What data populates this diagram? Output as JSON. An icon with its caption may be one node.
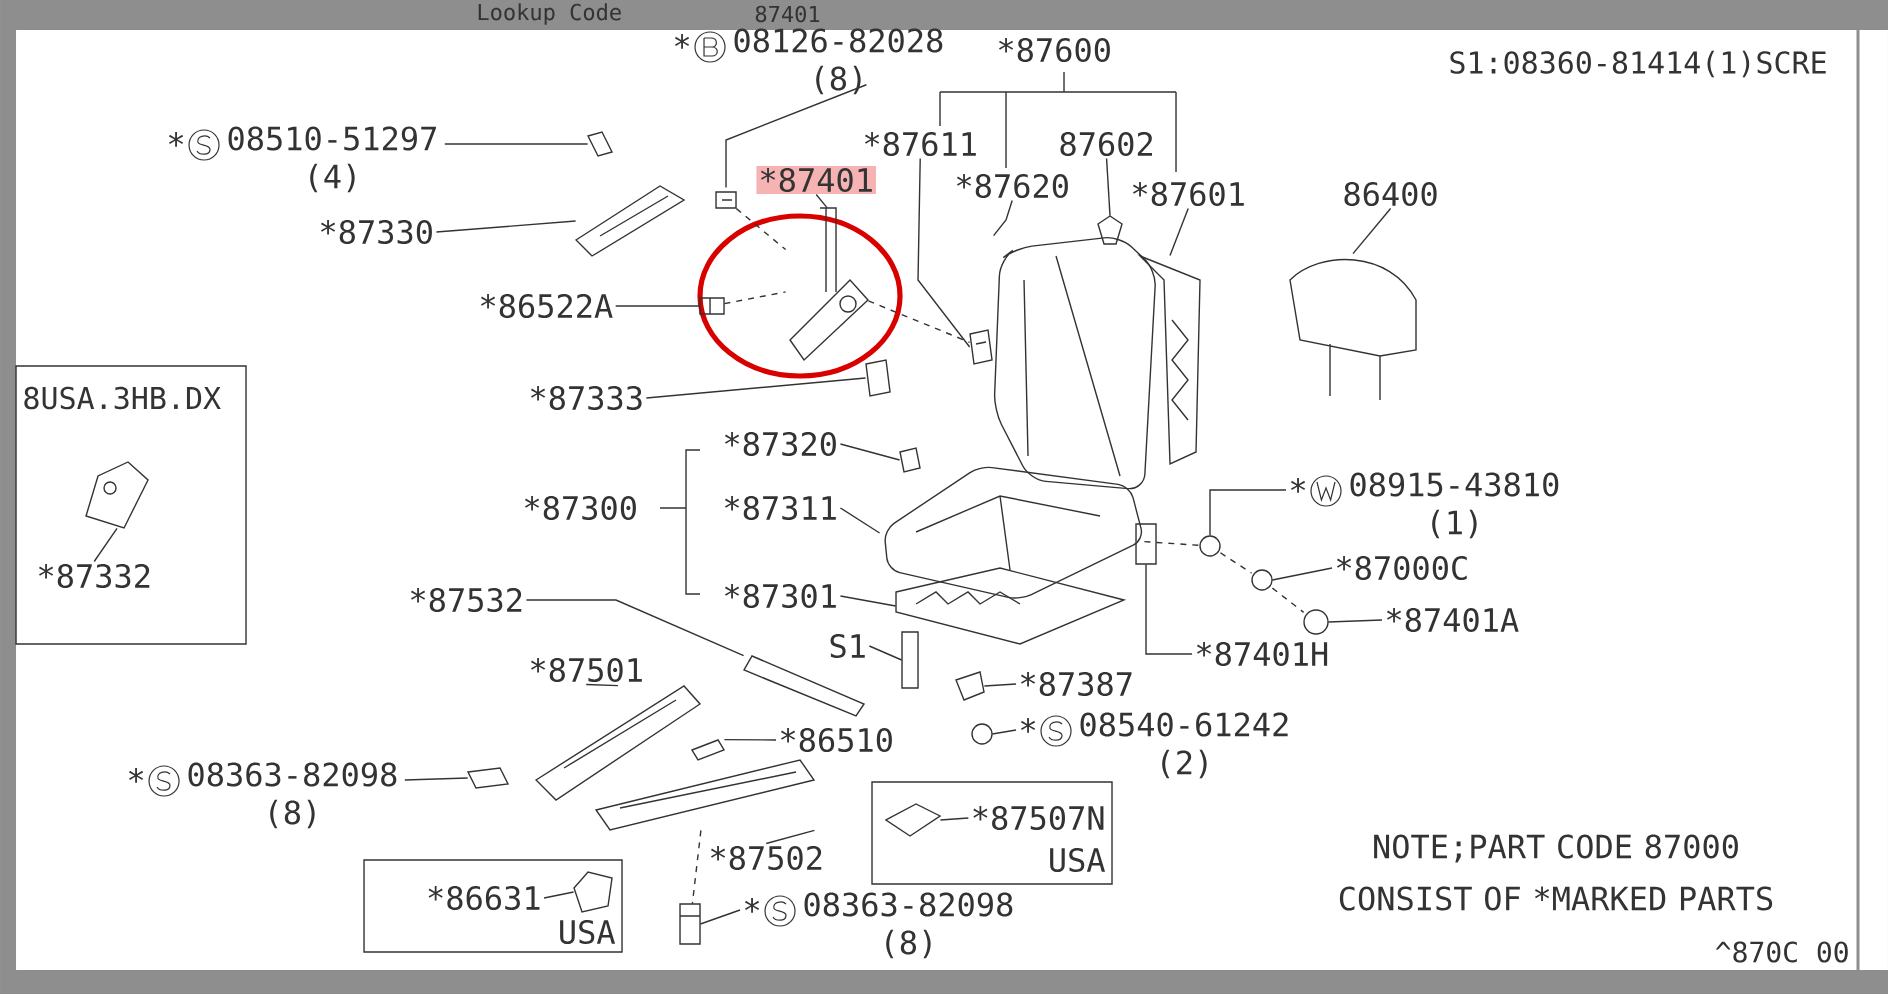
{
  "diagram": {
    "nodes": [
      {
        "text": [
          "*",
          "08126-82028 (8)"
        ]
      },
      {
        "text": [
          "*87600"
        ]
      },
      {
        "text": [
          "*87611"
        ]
      },
      {
        "text": [
          "87602"
        ]
      },
      {
        "text": [
          "*87620"
        ]
      },
      {
        "text": [
          "*87601"
        ]
      },
      {
        "text": [
          "86400"
        ]
      },
      {
        "text": [
          "*",
          "08510-51297 (4)"
        ]
      },
      {
        "text": [
          "*87401"
        ]
      },
      {
        "text": [
          "*87330"
        ]
      },
      {
        "text": [
          "*86522A"
        ]
      },
      {
        "text": [
          "*87333"
        ]
      },
      {
        "text": [
          "*87320"
        ]
      },
      {
        "text": [
          "*87300"
        ]
      },
      {
        "text": [
          "*87311"
        ]
      },
      {
        "text": [
          "*87301"
        ]
      },
      {
        "text": [
          "*",
          "08915-43810 (1)"
        ]
      },
      {
        "text": [
          "*87000C"
        ]
      },
      {
        "text": [
          "*87401A"
        ]
      },
      {
        "text": [
          "*87401H"
        ]
      },
      {
        "text": [
          "*87532"
        ]
      },
      {
        "text": [
          "S1"
        ]
      },
      {
        "text": [
          "*87387"
        ]
      },
      {
        "text": [
          "*",
          "08540-61242 (2)"
        ]
      },
      {
        "text": [
          "*87501"
        ]
      },
      {
        "text": [
          "*86510"
        ]
      },
      {
        "text": [
          "*",
          "08363-82098 (8)"
        ]
      },
      {
        "text": [
          "*87502"
        ]
      },
      {
        "text": [
          "*87507N",
          "USA"
        ]
      },
      {
        "text": [
          "*86631",
          "USA"
        ]
      },
      {
        "text": [
          "*",
          "08363-82098 (8)"
        ]
      },
      {
        "text": [
          "8USA.3HB.DX",
          "*87332"
        ]
      },
      {
        "text": [],
        "shape": "picture"
      },
      {
        "text": [],
        "shape": "picture"
      },
      {
        "text": [],
        "shape": "picture"
      },
      {
        "text": [],
        "shape": "picture"
      },
      {
        "text": [],
        "shape": "picture"
      },
      {
        "text": [],
        "shape": "picture"
      },
      {
        "text": [],
        "shape": "picture"
      },
      {
        "text": [],
        "shape": "picture"
      },
      {
        "text": [],
        "shape": "picture"
      },
      {
        "text": [],
        "shape": "picture"
      },
      {
        "text": [],
        "shape": "picture"
      },
      {
        "text": [],
        "shape": "picture"
      },
      {
        "text": [],
        "shape": "picture"
      },
      {
        "text": [],
        "shape": "picture"
      },
      {
        "text": [],
        "shape": "circle"
      },
      {
        "text": [],
        "shape": "circle"
      },
      {
        "text": [],
        "shape": "circle"
      },
      {
        "text": [],
        "shape": "box"
      },
      {
        "text": [],
        "shape": "picture"
      },
      {
        "text": [],
        "shape": "box"
      },
      {
        "text": [],
        "shape": "picture"
      },
      {
        "text": [],
        "shape": "circle"
      },
      {
        "text": [],
        "shape": "picture"
      },
      {
        "text": [],
        "shape": "picture"
      },
      {
        "text": [],
        "shape": "picture"
      },
      {
        "text": [],
        "shape": "picture"
      },
      {
        "text": [],
        "shape": "picture",
        "in": 28
      },
      {
        "text": [],
        "shape": "picture",
        "in": 29
      },
      {
        "text": [],
        "shape": "picture"
      },
      {
        "text": [],
        "shape": "picture",
        "in": 31
      }
    ],
    "edges": [
      {
        "from": 0,
        "to": 32,
        "arrow": "none"
      },
      {
        "from": 2,
        "to": 33,
        "arrow": "none"
      },
      {
        "from": 3,
        "to": 34,
        "arrow": "none"
      },
      {
        "from": 4,
        "to": 35,
        "arrow": "none"
      },
      {
        "from": 5,
        "to": 36,
        "arrow": "none"
      },
      {
        "from": 6,
        "to": 37,
        "arrow": "none"
      },
      {
        "from": 7,
        "to": 38,
        "arrow": "none"
      },
      {
        "from": 8,
        "to": 39,
        "arrow": "none"
      },
      {
        "from": 9,
        "to": 40,
        "arrow": "none"
      },
      {
        "from": 10,
        "to": 41,
        "arrow": "none"
      },
      {
        "from": 11,
        "to": 42,
        "arrow": "none"
      },
      {
        "from": 12,
        "to": 43,
        "arrow": "none"
      },
      {
        "from": 14,
        "to": 44,
        "arrow": "none"
      },
      {
        "from": 15,
        "to": 45,
        "arrow": "none"
      },
      {
        "from": 16,
        "to": 46,
        "arrow": "none"
      },
      {
        "from": 17,
        "to": 47,
        "arrow": "none"
      },
      {
        "from": 18,
        "to": 48,
        "arrow": "none"
      },
      {
        "from": 19,
        "to": 49,
        "arrow": "none"
      },
      {
        "from": 20,
        "to": 50,
        "arrow": "none"
      },
      {
        "from": 21,
        "to": 51,
        "arrow": "none"
      },
      {
        "from": 22,
        "to": 52,
        "arrow": "none"
      },
      {
        "from": 23,
        "to": 53,
        "arrow": "none"
      },
      {
        "from": 24,
        "to": 54,
        "arrow": "none"
      },
      {
        "from": 25,
        "to": 55,
        "arrow": "none"
      },
      {
        "from": 26,
        "to": 56,
        "arrow": "none"
      },
      {
        "from": 27,
        "to": 57,
        "arrow": "none"
      },
      {
        "from": 28,
        "to": 58,
        "arrow": "none"
      },
      {
        "from": 29,
        "to": 59,
        "arrow": "none"
      },
      {
        "from": 30,
        "to": 60,
        "arrow": "none"
      },
      {
        "from": 31,
        "to": 61,
        "arrow": "none"
      },
      {
        "from": 32,
        "to": 39,
        "arrow": "none",
        "style": "dashed"
      },
      {
        "from": 39,
        "to": 33,
        "arrow": "none",
        "style": "dashed"
      },
      {
        "from": 41,
        "to": 39,
        "arrow": "none",
        "style": "dashed"
      },
      {
        "from": 44,
        "to": 46,
        "arrow": "none",
        "style": "dashed"
      },
      {
        "from": 46,
        "to": 47,
        "arrow": "none",
        "style": "dashed"
      },
      {
        "from": 47,
        "to": 48,
        "arrow": "none",
        "style": "dashed"
      },
      {
        "from": 57,
        "to": 60,
        "arrow": "none",
        "style": "dashed"
      }
    ],
    "labels": [
      "Lookup Code",
      "87401",
      "S1:08360-81414(1)SCRE",
      "NOTE;PART CODE 87000 CONSIST OF *MARKED PARTS",
      "^870C 00"
    ]
  }
}
